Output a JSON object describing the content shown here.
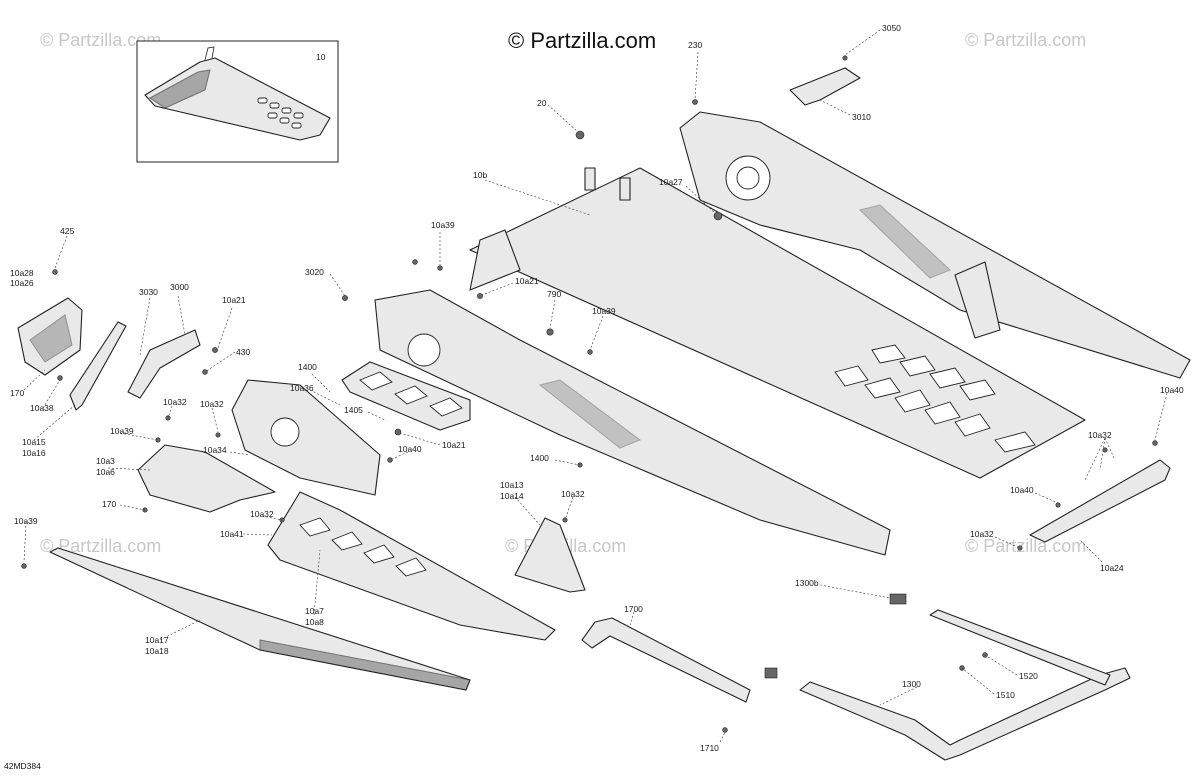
{
  "watermarks": {
    "main": "© Partzilla.com",
    "tiled": "© Partzilla.com"
  },
  "diagram_ref": "42MD384",
  "callouts": [
    {
      "id": "c-10",
      "text": "10"
    },
    {
      "id": "c-230",
      "text": "230"
    },
    {
      "id": "c-3050",
      "text": "3050"
    },
    {
      "id": "c-3010",
      "text": "3010"
    },
    {
      "id": "c-20",
      "text": "20"
    },
    {
      "id": "c-10b",
      "text": "10b"
    },
    {
      "id": "c-10a27",
      "text": "10a27"
    },
    {
      "id": "c-10a39-a",
      "text": "10a39"
    },
    {
      "id": "c-425",
      "text": "425"
    },
    {
      "id": "c-10a28",
      "text": "10a28"
    },
    {
      "id": "c-10a26",
      "text": "10a26"
    },
    {
      "id": "c-3020",
      "text": "3020"
    },
    {
      "id": "c-10a21-a",
      "text": "10a21"
    },
    {
      "id": "c-790",
      "text": "790"
    },
    {
      "id": "c-10a39-b",
      "text": "10a39"
    },
    {
      "id": "c-3030",
      "text": "3030"
    },
    {
      "id": "c-3000",
      "text": "3000"
    },
    {
      "id": "c-10a21-b",
      "text": "10a21"
    },
    {
      "id": "c-430",
      "text": "430"
    },
    {
      "id": "c-170-a",
      "text": "170"
    },
    {
      "id": "c-10a38",
      "text": "10a38"
    },
    {
      "id": "c-1400-a",
      "text": "1400"
    },
    {
      "id": "c-10a36",
      "text": "10a36"
    },
    {
      "id": "c-1405",
      "text": "1405"
    },
    {
      "id": "c-10a21-c",
      "text": "10a21"
    },
    {
      "id": "c-10a15",
      "text": "10a15"
    },
    {
      "id": "c-10a16",
      "text": "10a16"
    },
    {
      "id": "c-10a32-a",
      "text": "10a32"
    },
    {
      "id": "c-10a32-b",
      "text": "10a32"
    },
    {
      "id": "c-10a39-c",
      "text": "10a39"
    },
    {
      "id": "c-10a34",
      "text": "10a34"
    },
    {
      "id": "c-10a40-a",
      "text": "10a40"
    },
    {
      "id": "c-1400-b",
      "text": "1400"
    },
    {
      "id": "c-10a3",
      "text": "10a3"
    },
    {
      "id": "c-10a6",
      "text": "10a6"
    },
    {
      "id": "c-170-b",
      "text": "170"
    },
    {
      "id": "c-10a13",
      "text": "10a13"
    },
    {
      "id": "c-10a14",
      "text": "10a14"
    },
    {
      "id": "c-10a32-c",
      "text": "10a32"
    },
    {
      "id": "c-10a32-d",
      "text": "10a32"
    },
    {
      "id": "c-10a41",
      "text": "10a41"
    },
    {
      "id": "c-10a39-d",
      "text": "10a39"
    },
    {
      "id": "c-10a7",
      "text": "10a7"
    },
    {
      "id": "c-10a8",
      "text": "10a8"
    },
    {
      "id": "c-10a17",
      "text": "10a17"
    },
    {
      "id": "c-10a18",
      "text": "10a18"
    },
    {
      "id": "c-10a40-b",
      "text": "10a40"
    },
    {
      "id": "c-10a32-e",
      "text": "10a32"
    },
    {
      "id": "c-10a40-c",
      "text": "10a40"
    },
    {
      "id": "c-10a32-f",
      "text": "10a32"
    },
    {
      "id": "c-10a24",
      "text": "10a24"
    },
    {
      "id": "c-1300b",
      "text": "1300b"
    },
    {
      "id": "c-1700",
      "text": "1700"
    },
    {
      "id": "c-1520",
      "text": "1520"
    },
    {
      "id": "c-1510",
      "text": "1510"
    },
    {
      "id": "c-1300",
      "text": "1300"
    },
    {
      "id": "c-1710",
      "text": "1710"
    }
  ]
}
